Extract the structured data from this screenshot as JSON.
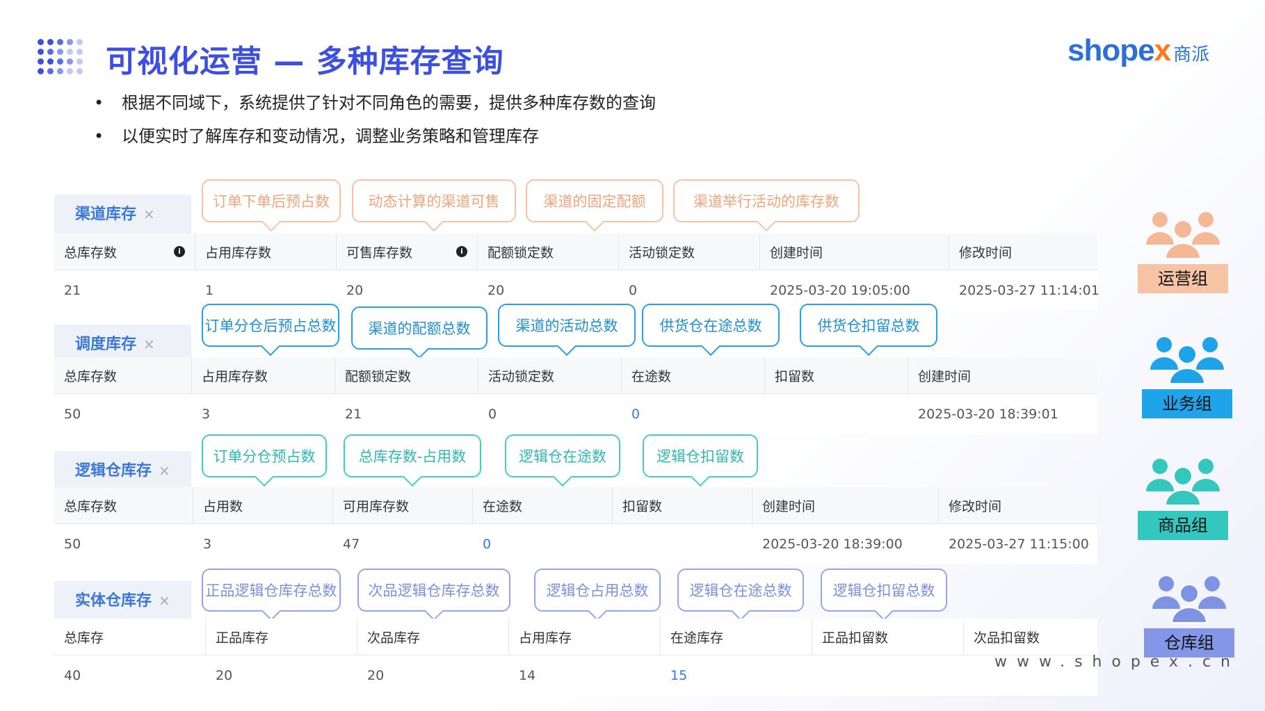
{
  "page": {
    "title": "可视化运营 — 多种库存查询",
    "logo": {
      "main": "shope",
      "x": "x",
      "cn": "商派"
    },
    "bullets": [
      "根据不同域下，系统提供了针对不同角色的需要，提供多种库存数的查询",
      "以便实时了解库存和变动情况，调整业务策略和管理库存"
    ],
    "website": "www.shopex.cn"
  },
  "colors": {
    "title": "#3d4fe0",
    "orange": "#f0a47c",
    "blue": "#1e8fd6",
    "teal": "#2fb9b0",
    "indigo": "#7a8fe0"
  },
  "sections": [
    {
      "tab": "渠道库存",
      "callouts": [
        "订单下单后预占数",
        "动态计算的渠道可售",
        "渠道的固定配额",
        "渠道举行活动的库存数"
      ],
      "headers": [
        "总库存数",
        "占用库存数",
        "可售库存数",
        "配额锁定数",
        "活动锁定数",
        "创建时间",
        "修改时间"
      ],
      "values": [
        "21",
        "1",
        "20",
        "20",
        "0",
        "2025-03-20 19:05:00",
        "2025-03-27 11:14:01"
      ]
    },
    {
      "tab": "调度库存",
      "callouts": [
        "订单分仓后预占总数",
        "渠道的配额总数",
        "渠道的活动总数",
        "供货仓在途总数",
        "供货仓扣留总数"
      ],
      "headers": [
        "总库存数",
        "占用库存数",
        "配额锁定数",
        "活动锁定数",
        "在途数",
        "扣留数",
        "创建时间"
      ],
      "values": [
        "50",
        "3",
        "21",
        "0",
        "0",
        "",
        "2025-03-20 18:39:01"
      ]
    },
    {
      "tab": "逻辑仓库存",
      "callouts": [
        "订单分仓预占数",
        "总库存数-占用数",
        "逻辑仓在途数",
        "逻辑仓扣留数"
      ],
      "headers": [
        "总库存数",
        "占用数",
        "可用库存数",
        "在途数",
        "扣留数",
        "创建时间",
        "修改时间"
      ],
      "values": [
        "50",
        "3",
        "47",
        "0",
        "",
        "2025-03-20 18:39:00",
        "2025-03-27 11:15:00"
      ]
    },
    {
      "tab": "实体仓库存",
      "callouts": [
        "正品逻辑仓库存总数",
        "次品逻辑仓库存总数",
        "逻辑仓占用总数",
        "逻辑仓在途总数",
        "逻辑仓扣留总数"
      ],
      "headers": [
        "总库存",
        "正品库存",
        "次品库存",
        "占用库存",
        "在途库存",
        "正品扣留数",
        "次品扣留数"
      ],
      "values": [
        "40",
        "20",
        "20",
        "14",
        "15",
        "",
        ""
      ]
    }
  ],
  "roles": [
    {
      "name": "运营组",
      "icon": "people-group-icon",
      "color": "#f5b896",
      "label_bg": "#f7c3a5"
    },
    {
      "name": "业务组",
      "icon": "people-group-icon",
      "color": "#1ea3e8",
      "label_bg": "#1fa4ea"
    },
    {
      "name": "商品组",
      "icon": "people-group-icon",
      "color": "#33c7be",
      "label_bg": "#33c8bf"
    },
    {
      "name": "仓库组",
      "icon": "people-group-icon",
      "color": "#7f93e4",
      "label_bg": "#8397e6"
    }
  ]
}
